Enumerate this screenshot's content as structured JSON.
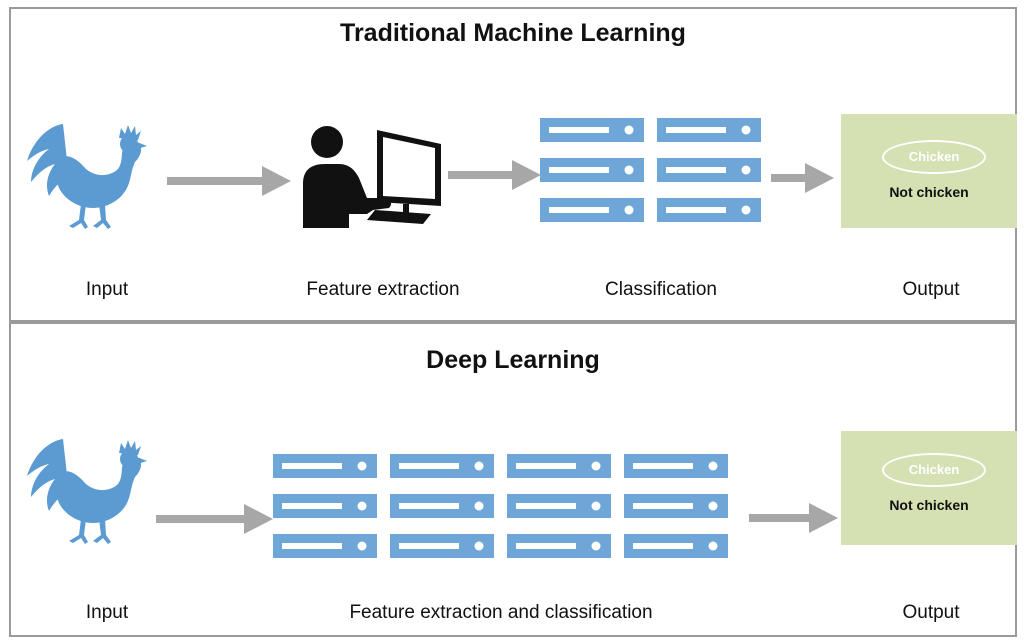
{
  "colors": {
    "chicken": "#5b9bd1",
    "server_bar": "#6ea6d8",
    "arrow": "#a7a7a7",
    "output_bg": "#d5e0b3",
    "panel_border": "#9a9a9a"
  },
  "traditional": {
    "title": "Traditional Machine Learning",
    "labels": {
      "input": "Input",
      "feature_extraction": "Feature extraction",
      "classification": "Classification",
      "output": "Output"
    },
    "output": {
      "positive": "Chicken",
      "negative": "Not chicken"
    },
    "icons": [
      "chicken-icon",
      "person-computer-icon",
      "server-stack-icon"
    ]
  },
  "deep": {
    "title": "Deep Learning",
    "labels": {
      "input": "Input",
      "feature_extraction_classification": "Feature extraction and classification",
      "output": "Output"
    },
    "output": {
      "positive": "Chicken",
      "negative": "Not chicken"
    },
    "icons": [
      "chicken-icon",
      "server-stack-icon"
    ]
  }
}
